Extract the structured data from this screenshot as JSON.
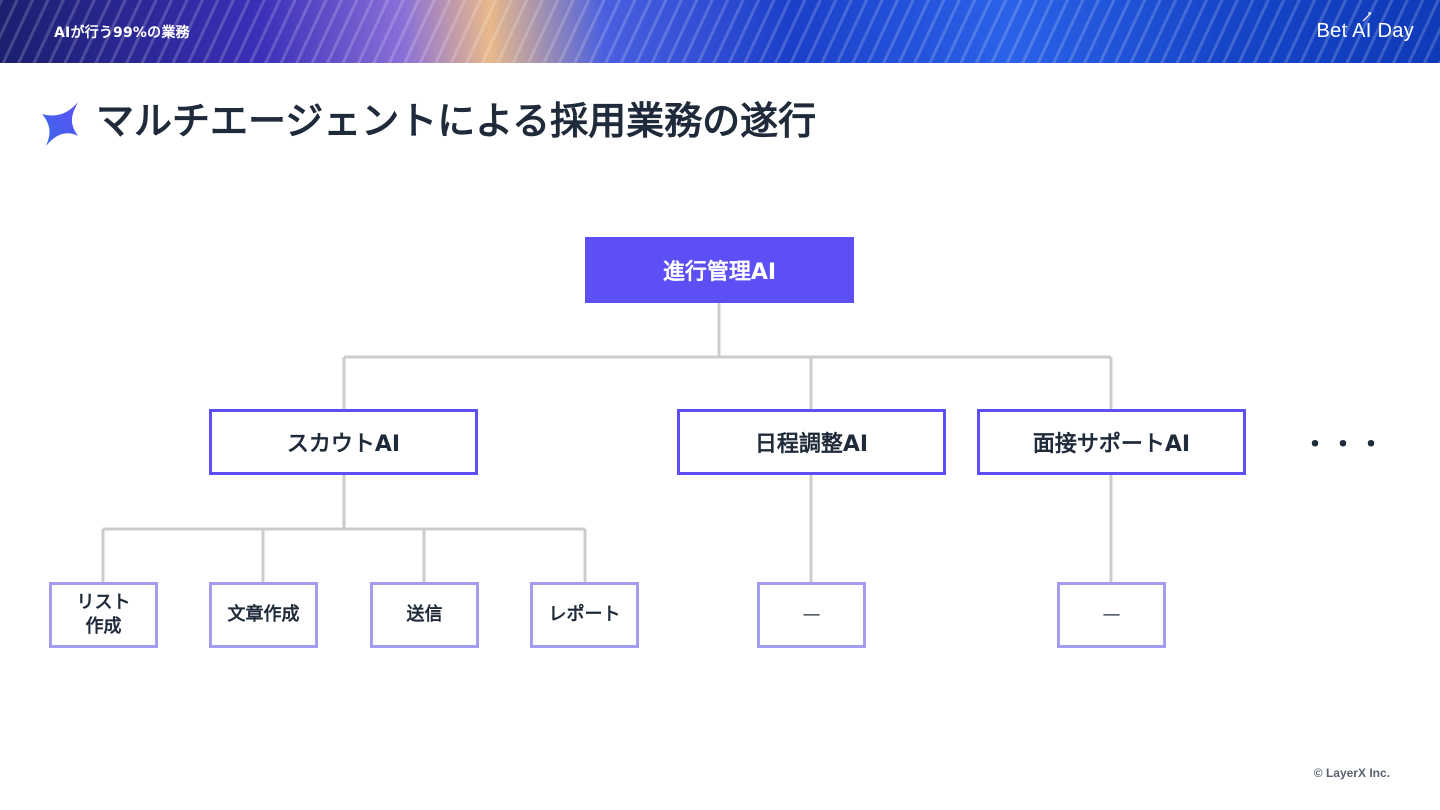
{
  "header": {
    "section_label": "AIが行う99%の業務",
    "brand": "Bet AI Day"
  },
  "slide": {
    "title": "マルチエージェントによる採用業務の遂行",
    "title_icon": "sparkle-star-icon"
  },
  "diagram": {
    "root": {
      "label": "進行管理AI"
    },
    "agents": [
      {
        "label": "スカウトAI"
      },
      {
        "label": "日程調整AI"
      },
      {
        "label": "面接サポートAI"
      }
    ],
    "more": "・・・",
    "scout_tasks": [
      {
        "label": "リスト\n作成"
      },
      {
        "label": "文章作成"
      },
      {
        "label": "送信"
      },
      {
        "label": "レポート"
      }
    ],
    "schedule_task": {
      "label": "—"
    },
    "interview_task": {
      "label": "—"
    }
  },
  "colors": {
    "primary": "#5b4ff5",
    "leaf_border": "#a49cf0",
    "connector": "#cccccc",
    "text": "#1f2a3a"
  },
  "footer": {
    "copyright": "© LayerX Inc."
  }
}
